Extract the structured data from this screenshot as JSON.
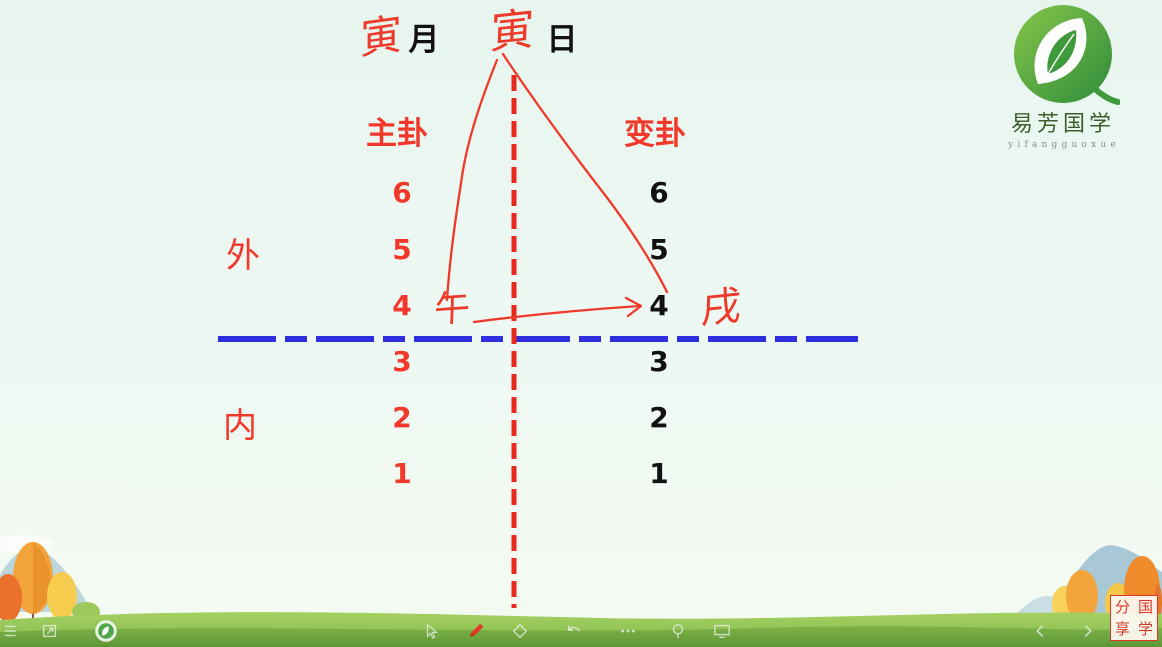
{
  "slide": {
    "header": {
      "month_label": "月",
      "day_label": "日"
    },
    "main_hexagram": {
      "title": "主卦",
      "lines": [
        6,
        5,
        4,
        3,
        2,
        1
      ]
    },
    "changed_hexagram": {
      "title": "变卦",
      "lines": [
        6,
        5,
        4,
        3,
        2,
        1
      ]
    },
    "trigrams": {
      "outer": "外",
      "inner": "内"
    }
  },
  "annotations": {
    "month_branch": "寅",
    "day_branch": "寅",
    "main_line_branch": "午",
    "changed_line_branch": "戌"
  },
  "logo": {
    "name": "易芳国学",
    "romanized": "yifangguoxue",
    "icon": "leaf-circle-logo-icon"
  },
  "stamp": {
    "chars": [
      "分",
      "国",
      "享",
      "学"
    ]
  },
  "toolbar": {
    "icons": [
      "menu-icon",
      "exit-icon",
      "app-logo-icon",
      "cursor-icon",
      "pen-icon",
      "eraser-icon",
      "undo-icon",
      "more-icon",
      "spotlight-icon",
      "screen-icon",
      "prev-page-icon",
      "next-page-icon"
    ]
  },
  "colors": {
    "background": "#e8f5ef",
    "red": "#f2382b",
    "ink": "#ee3a2a",
    "blue": "#2f2fe0",
    "black": "#111111",
    "logo_green": "#3f9a3c"
  }
}
